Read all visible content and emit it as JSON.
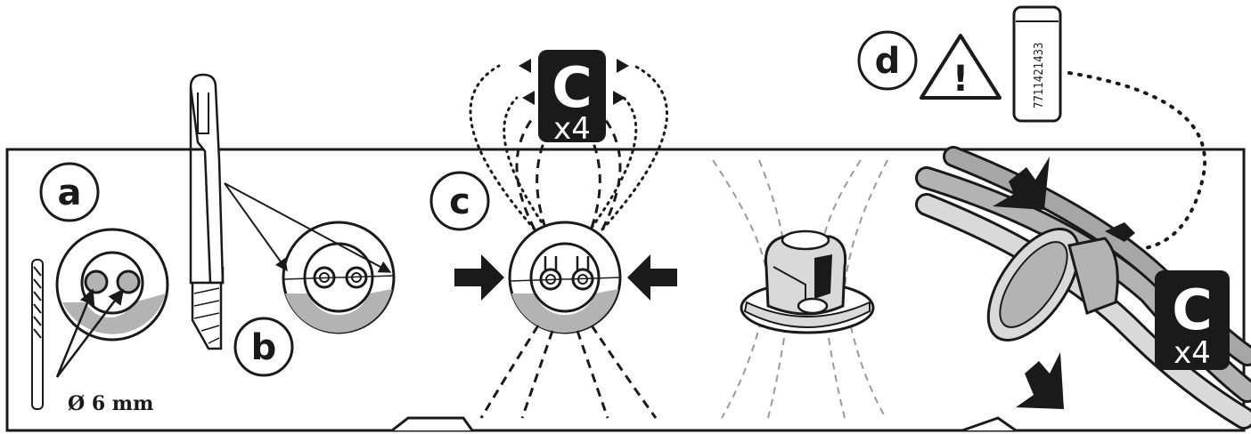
{
  "steps": {
    "a": "a",
    "b": "b",
    "c": "c",
    "d": "d"
  },
  "drill": {
    "diameter_label": "Ø 6 mm"
  },
  "clip_badge_top": {
    "letter": "C",
    "count": "x4"
  },
  "clip_badge_right": {
    "letter": "C",
    "count": "x4"
  },
  "warning": {
    "mark": "!"
  },
  "part": {
    "number": "7711421433"
  },
  "colors": {
    "ink": "#1a1a1a",
    "panel_border": "#1a1a1a",
    "gray_fill": "#b3b3b3",
    "light_gray": "#d9d9d9",
    "badge_bg": "#1a1a1a"
  }
}
